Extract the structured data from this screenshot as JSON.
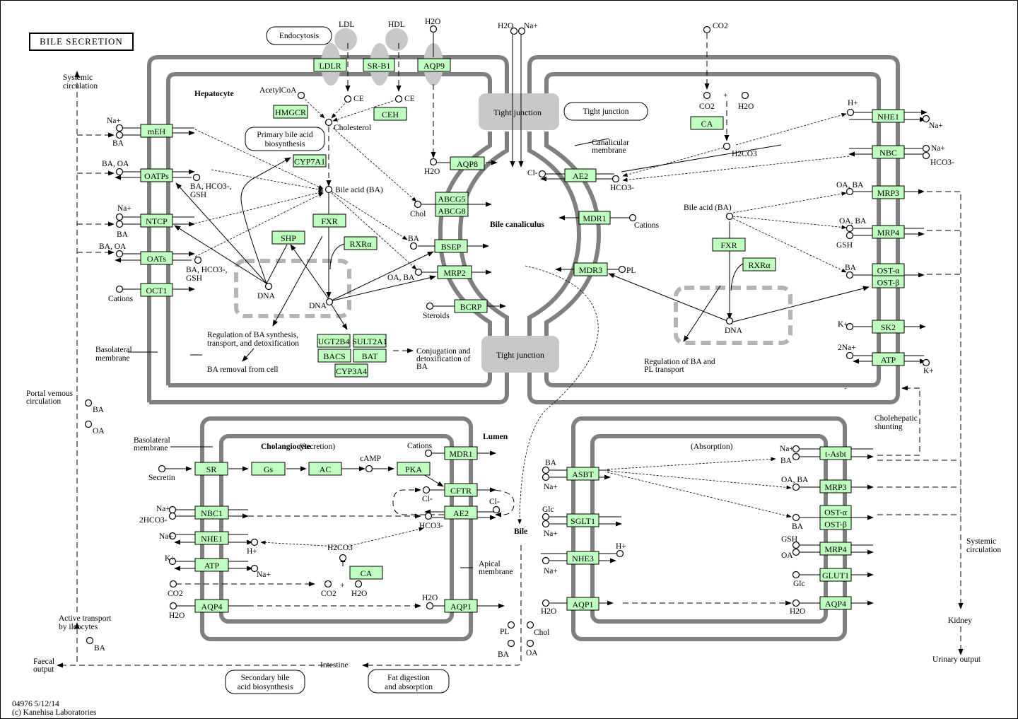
{
  "title": "BILE SECRETION",
  "footer": {
    "code": "04976 5/12/14",
    "copyright": "(c) Kanehisa Laboratories"
  },
  "colors": {
    "gene_fill": "#bfffbf",
    "membrane": "#808080",
    "tight_junction": "#c8c8c8",
    "nucleus_dash": "#b4b4b4"
  },
  "cells": {
    "hepatocyte": "Hepatocyte",
    "bile_canaliculus": "Bile canaliculus",
    "cholangiocyte": "Cholangiocyte",
    "cholangiocyte_mode": "(Secretion)",
    "absorption": "(Absorption)",
    "lumen": "Lumen",
    "bile": "Bile"
  },
  "tight_junctions": [
    "Tight junction",
    "Tight junction",
    "Tight junction"
  ],
  "maps": {
    "endocytosis": "Endocytosis",
    "primary_bile_1": "Primary bile acid",
    "primary_bile_2": "biosynthesis",
    "secondary_1": "Secondary bile",
    "secondary_2": "acid biosynthesis",
    "fat_1": "Fat digestion",
    "fat_2": "and absorption"
  },
  "genes": {
    "LDLR": "LDLR",
    "SRB1": "SR-B1",
    "AQP9": "AQP9",
    "HMGCR": "HMGCR",
    "CEH": "CEH",
    "CYP7A1": "CYP7A1",
    "mEH": "mEH",
    "OATPs": "OATPs",
    "NTCP": "NTCP",
    "OATs": "OATs",
    "OCT1": "OCT1",
    "FXR": "FXR",
    "SHP": "SHP",
    "RXRa": "RXRα",
    "AQP8": "AQP8",
    "ABCG5": "ABCG5",
    "ABCG8": "ABCG8",
    "BSEP": "BSEP",
    "MRP2": "MRP2",
    "BCRP": "BCRP",
    "UGT2B4": "UGT2B4",
    "SULT2A1": "SULT2A1",
    "BACS": "BACS",
    "BAT": "BAT",
    "CYP3A4": "CYP3A4",
    "AE2": "AE2",
    "MDR1": "MDR1",
    "MDR3": "MDR3",
    "CA": "CA",
    "FXR2": "FXR",
    "RXRa2": "RXRα",
    "NHE1": "NHE1",
    "NBC": "NBC",
    "MRP3": "MRP3",
    "MRP4": "MRP4",
    "OSTa": "OST-α",
    "OSTb": "OST-β",
    "SK2": "SK2",
    "ATP": "ATP",
    "SR": "SR",
    "Gs": "Gs",
    "AC": "AC",
    "PKA": "PKA",
    "cMDR1": "MDR1",
    "CFTR": "CFTR",
    "cAE2": "AE2",
    "NBC1": "NBC1",
    "cNHE1": "NHE1",
    "cATP": "ATP",
    "cCA": "CA",
    "AQP4": "AQP4",
    "AQP1": "AQP1",
    "ASBT": "ASBT",
    "SGLT1": "SGLT1",
    "NHE3": "NHE3",
    "aAQP1": "AQP1",
    "tAsbt": "t-Asbt",
    "aMRP3": "MRP3",
    "aOSTa": "OST-α",
    "aOSTb": "OST-β",
    "aMRP4": "MRP4",
    "GLUT1": "GLUT1",
    "aAQP4": "AQP4"
  },
  "labels": {
    "ldl": "LDL",
    "hdl": "HDL",
    "h2o": "H2O",
    "na": "Na+",
    "co2": "CO2",
    "acetylcoa": "AcetylCoA",
    "ce": "CE",
    "cholesterol": "Cholesterol",
    "bile_acid": "Bile acid (BA)",
    "chol": "Chol",
    "ba": "BA",
    "oa_ba": "OA, BA",
    "ba_oa": "BA, OA",
    "steroids": "Steroids",
    "dna": "DNA",
    "ba_hco3_gsh_1": "BA, HCO3-,",
    "ba_hco3_gsh_2": "GSH",
    "cations": "Cations",
    "cl": "Cl-",
    "hco3": "HCO3-",
    "pl": "PL",
    "h": "H+",
    "h2co3": "H2CO3",
    "gsh": "GSH",
    "k": "K+",
    "two_na": "2Na+",
    "oa": "OA",
    "glc": "Glc",
    "secretin": "Secretin",
    "camp": "cAMP",
    "two_hco3": "2HCO3-",
    "plus": "+",
    "systemic_1": "Systemic",
    "systemic_2": "circulation",
    "portal_1": "Portal vemous",
    "portal_2": "circulation",
    "basolateral_1": "Basolateral",
    "basolateral_2": "membrane",
    "canalicular_1": "Canalicular",
    "canalicular_2": "membrane",
    "apical_1": "Apical",
    "apical_2": "membrane",
    "regulation_1": "Regulation of BA synthesis,",
    "regulation_2": "transport, and detoxification",
    "ba_removal": "BA removal from cell",
    "conj_1": "Conjugation and",
    "conj_2": "detoxification of",
    "conj_3": "BA",
    "reg_pl_1": "Regulation of BA and",
    "reg_pl_2": "PL transport",
    "active_1": "Active transport",
    "active_2": "by ileocytes",
    "faecal_1": "Faecal",
    "faecal_2": "output",
    "intestine": "Intestine",
    "cholehepatic_1": "Cholehepatic",
    "cholehepatic_2": "shunting",
    "kidney": "Kidney",
    "urinary": "Urinary output"
  }
}
